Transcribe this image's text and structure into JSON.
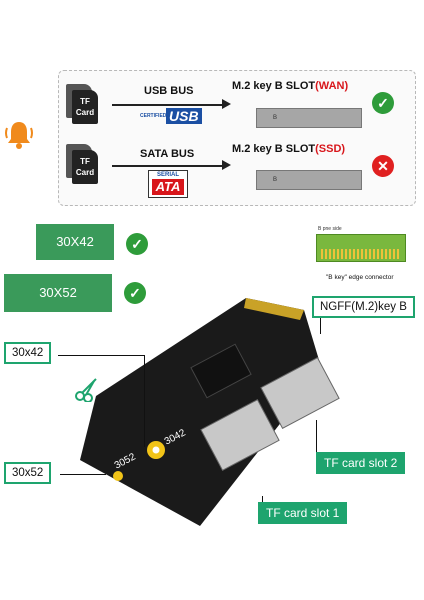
{
  "rows": [
    {
      "card_top": "TF",
      "card_bottom": "Card",
      "bus_label": "USB  BUS",
      "logo_small": "CERTIFIED",
      "logo_main": "USB",
      "slot_prefix": "M.2 key B SLOT",
      "slot_suffix": "(WAN)",
      "slot_key": "B",
      "status_symbol": "✓"
    },
    {
      "card_top": "TF",
      "card_bottom": "Card",
      "bus_label": "SATA  BUS",
      "logo_small": "SERIAL",
      "logo_main": "ATA",
      "slot_prefix": "M.2 key B SLOT",
      "slot_suffix": "(SSD)",
      "slot_key": "B",
      "status_symbol": "✕"
    }
  ],
  "sizes": {
    "small_card": "30X42",
    "large_card": "30X52",
    "check_symbol": "✓"
  },
  "connector": {
    "edge_label": "B pne side",
    "caption": "\"B key\" edge connector"
  },
  "board": {
    "silk_3042": "3042",
    "silk_3052": "3052"
  },
  "callouts": {
    "ngff": "NGFF(M.2)key B",
    "size_3042": "30x42",
    "size_3052": "30x52",
    "tf_slot_2": "TF card slot 2",
    "tf_slot_1": "TF card slot 1"
  },
  "colors": {
    "accent_green": "#1ea46e",
    "warn_red": "#d8161b",
    "bell_orange": "#f08a1c"
  }
}
